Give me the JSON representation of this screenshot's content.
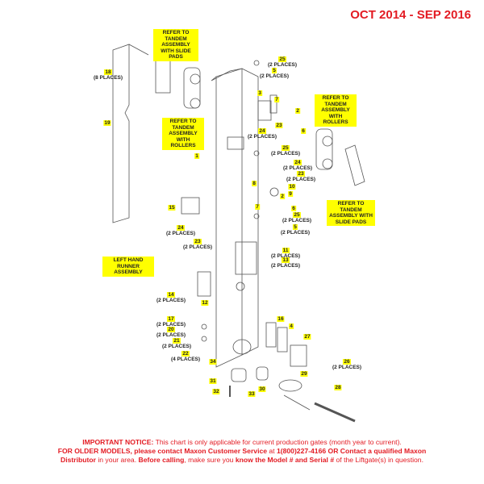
{
  "title": "OCT 2014 - SEP 2016",
  "callouts": {
    "slide_pads_top": "REFER TO TANDEM ASSEMBLY WITH SLIDE PADS",
    "rollers_left": "REFER TO TANDEM ASSEMBLY WITH ROLLERS",
    "rollers_right": "REFER TO TANDEM ASSEMBLY WITH ROLLERS",
    "slide_pads_right": "REFER TO TANDEM ASSEMBLY WITH SLIDE PADS",
    "left_runner": "LEFT HAND RUNNER ASSEMBLY"
  },
  "parts": [
    {
      "num": "18",
      "qty": "(8 PLACES)"
    },
    {
      "num": "19",
      "qty": ""
    },
    {
      "num": "25",
      "qty": "(2 PLACES)"
    },
    {
      "num": "5",
      "qty": "(2 PLACES)"
    },
    {
      "num": "3",
      "qty": ""
    },
    {
      "num": "7",
      "qty": ""
    },
    {
      "num": "2",
      "qty": ""
    },
    {
      "num": "6",
      "qty": ""
    },
    {
      "num": "23",
      "qty": ""
    },
    {
      "num": "24",
      "qty": "(2 PLACES)"
    },
    {
      "num": "1",
      "qty": ""
    },
    {
      "num": "25",
      "qty": "(2 PLACES)"
    },
    {
      "num": "24",
      "qty": "(2 PLACES)"
    },
    {
      "num": "23",
      "qty": "(2 PLACES)"
    },
    {
      "num": "8",
      "qty": ""
    },
    {
      "num": "10",
      "qty": ""
    },
    {
      "num": "9",
      "qty": ""
    },
    {
      "num": "2",
      "qty": ""
    },
    {
      "num": "7",
      "qty": ""
    },
    {
      "num": "6",
      "qty": ""
    },
    {
      "num": "25",
      "qty": "(2 PLACES)"
    },
    {
      "num": "5",
      "qty": "(2 PLACES)"
    },
    {
      "num": "15",
      "qty": ""
    },
    {
      "num": "24",
      "qty": "(2 PLACES)"
    },
    {
      "num": "23",
      "qty": "(2 PLACES)"
    },
    {
      "num": "11",
      "qty": "(2 PLACES)"
    },
    {
      "num": "13",
      "qty": "(2 PLACES)"
    },
    {
      "num": "14",
      "qty": "(2 PLACES)"
    },
    {
      "num": "12",
      "qty": ""
    },
    {
      "num": "17",
      "qty": "(2 PLACES)"
    },
    {
      "num": "20",
      "qty": "(2 PLACES)"
    },
    {
      "num": "21",
      "qty": "(2 PLACES)"
    },
    {
      "num": "22",
      "qty": "(4 PLACES)"
    },
    {
      "num": "16",
      "qty": ""
    },
    {
      "num": "4",
      "qty": ""
    },
    {
      "num": "27",
      "qty": ""
    },
    {
      "num": "26",
      "qty": "(2 PLACES)"
    },
    {
      "num": "34",
      "qty": ""
    },
    {
      "num": "31",
      "qty": ""
    },
    {
      "num": "30",
      "qty": ""
    },
    {
      "num": "29",
      "qty": ""
    },
    {
      "num": "33",
      "qty": ""
    },
    {
      "num": "32",
      "qty": ""
    },
    {
      "num": "28",
      "qty": ""
    }
  ],
  "notice": {
    "line1_bold": "IMPORTANT NOTICE:",
    "line1": " This chart is only applicable for current production gates (month year to current).",
    "line2_bold": "FOR OLDER MODELS, please contact Maxon Customer Service",
    "line2_mid": " at ",
    "line2_bold2": "1(800)227-4166 OR Contact a qualified Maxon",
    "line3_bold": "Distributor",
    "line3_a": " in your area. ",
    "line3_bold2": "Before calling",
    "line3_b": ", make sure you ",
    "line3_bold3": "know the Model # and Serial #",
    "line3_c": " of the Liftgate(s) in question."
  }
}
